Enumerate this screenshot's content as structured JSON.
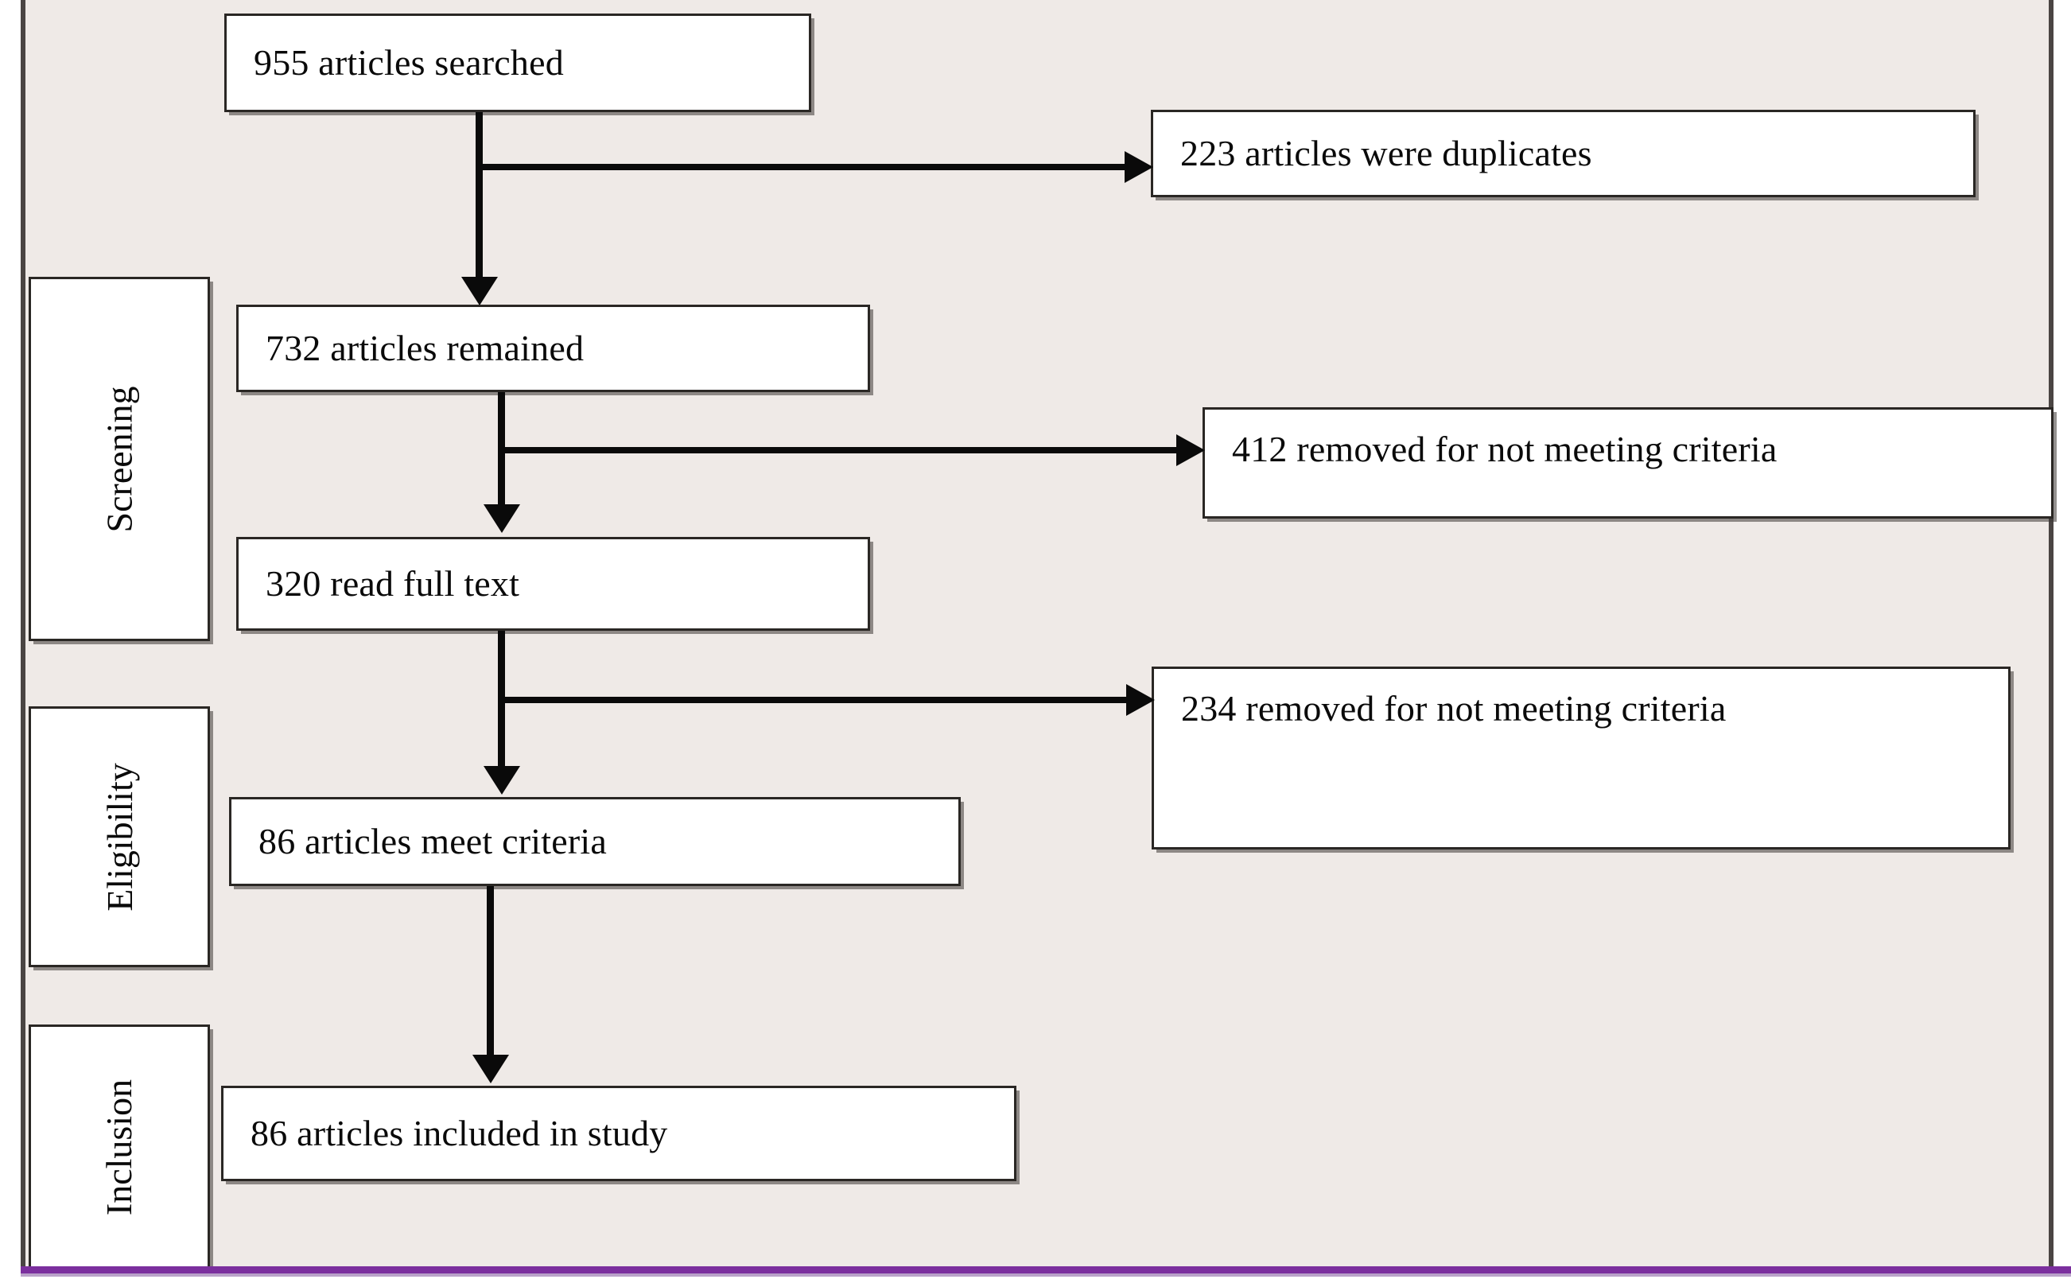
{
  "diagram": {
    "title": "PRISMA article selection flow diagram",
    "type": "flowchart",
    "background_color": "#efeae7",
    "box_fill_color": "#ffffff",
    "box_border_color": "#2a2724",
    "connector_color": "#0a0a0a",
    "accent_rule_color": "#7b2f9e"
  },
  "stages": [
    {
      "id": "screening",
      "label": "Screening"
    },
    {
      "id": "eligibility",
      "label": "Eligibility"
    },
    {
      "id": "inclusion",
      "label": "Inclusion"
    }
  ],
  "main_flow": [
    {
      "id": "searched",
      "text": "955 articles searched"
    },
    {
      "id": "remained",
      "text": "732 articles remained"
    },
    {
      "id": "fulltext",
      "text": "320 read full text"
    },
    {
      "id": "meet",
      "text": "86 articles  meet criteria"
    },
    {
      "id": "included",
      "text": "86 articles  included in study"
    }
  ],
  "excluded_flow": [
    {
      "id": "duplicates",
      "text": "223 articles were duplicates"
    },
    {
      "id": "removed1",
      "text": "412 removed for not meeting criteria"
    },
    {
      "id": "removed2",
      "text": "234 removed for not meeting criteria"
    }
  ],
  "connectors": [
    {
      "id": "searched-to-remained",
      "kind": "down-arrow"
    },
    {
      "id": "searched-to-duplicates",
      "kind": "right-arrow"
    },
    {
      "id": "remained-to-fulltext",
      "kind": "down-arrow"
    },
    {
      "id": "remained-to-removed1",
      "kind": "right-arrow"
    },
    {
      "id": "fulltext-to-meet",
      "kind": "down-arrow"
    },
    {
      "id": "fulltext-to-removed2",
      "kind": "right-arrow"
    },
    {
      "id": "meet-to-included",
      "kind": "down-arrow"
    }
  ]
}
